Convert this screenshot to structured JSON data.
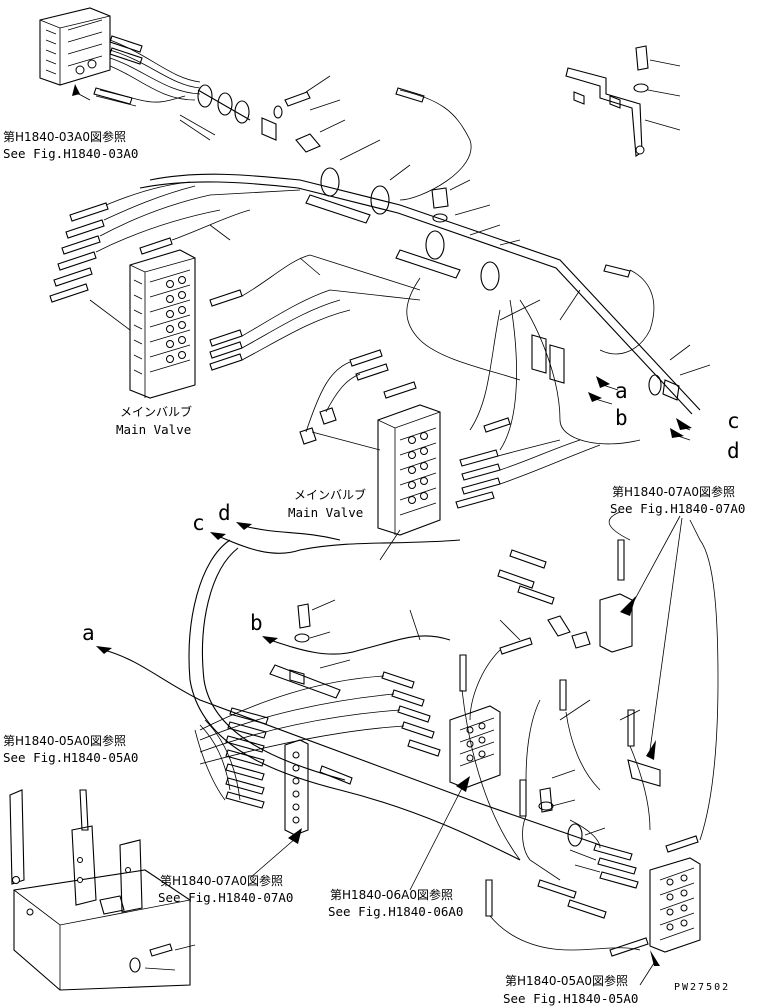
{
  "refs": {
    "r1_jp": "第H1840-03A0図参照",
    "r1_en": "See Fig.H1840-03A0",
    "r2_jp": "第H1840-07A0図参照",
    "r2_en": "See Fig.H1840-07A0",
    "r3_jp": "第H1840-05A0図参照",
    "r3_en": "See Fig.H1840-05A0",
    "r4_jp": "第H1840-07A0図参照",
    "r4_en": "See Fig.H1840-07A0",
    "r5_jp": "第H1840-06A0図参照",
    "r5_en": "See Fig.H1840-06A0",
    "r6_jp": "第H1840-05A0図参照",
    "r6_en": "See Fig.H1840-05A0"
  },
  "valves": {
    "v1_jp": "メインバルブ",
    "v1_en": "Main Valve",
    "v2_jp": "メインバルブ",
    "v2_en": "Main Valve"
  },
  "connectors": {
    "a_upper": "a",
    "b_upper": "b",
    "c_upper": "c",
    "d_upper": "d",
    "a_lower": "a",
    "b_lower": "b",
    "c_lower": "c",
    "d_lower": "d"
  },
  "drawing_code": "PW27502"
}
